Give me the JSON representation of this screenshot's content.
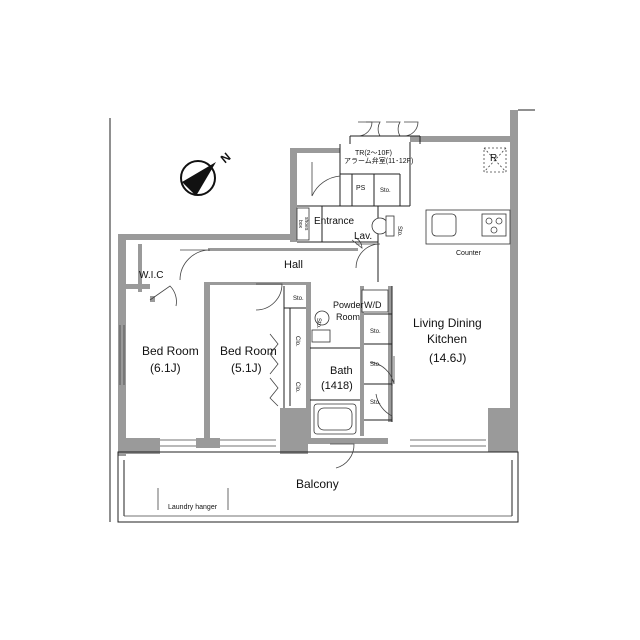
{
  "labels": {
    "tr_line1": "TR(2～10F)",
    "tr_line2": "アラーム弁室(11･12F)",
    "ps": "PS",
    "sto": "Sto.",
    "r": "R",
    "entrance": "Entrance",
    "shoes_box_line1": "shoes",
    "shoes_box_line2": "box",
    "lav": "Lav.",
    "counter": "Counter",
    "wic": "W.I.C",
    "hall": "Hall",
    "powder_line1": "Powder",
    "powder_line2": "Room",
    "wd": "W/D",
    "living_line1": "Living Dining",
    "living_line2": "Kitchen",
    "living_size": "(14.6J)",
    "bed1_line1": "Bed Room",
    "bed1_size": "(6.1J)",
    "bed2_line1": "Bed Room",
    "bed2_size": "(5.1J)",
    "clo": "Clo.",
    "bath_line1": "Bath",
    "bath_size": "(1418)",
    "balcony": "Balcony",
    "laundry": "Laundry hanger"
  },
  "compass": {
    "letter": "N"
  },
  "colors": {
    "wall": "#9a9a9a",
    "line": "#222222"
  }
}
